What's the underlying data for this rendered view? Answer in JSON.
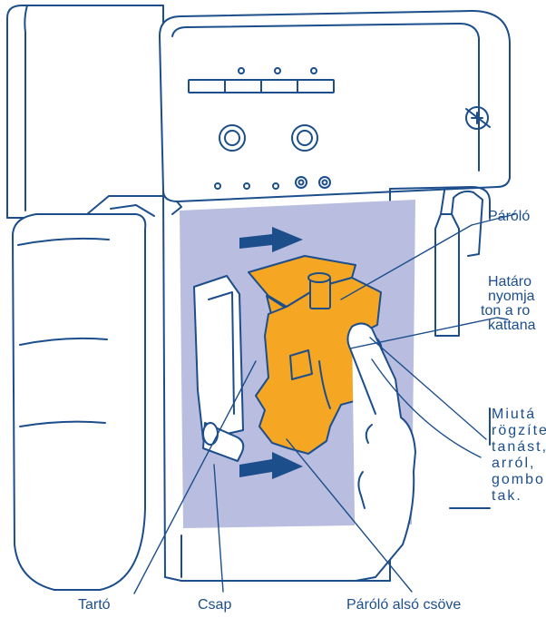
{
  "labels": {
    "parolo": "Páróló",
    "hataro": [
      "Határo",
      "nyomja",
      "ton a ro",
      "kattana"
    ],
    "miuta": [
      "Miutá",
      "rögzíte",
      "tanást,",
      "arról,",
      "gombo",
      "tak."
    ],
    "tarto": "Tartó",
    "csap": "Csap",
    "parolo_also": "Páróló alsó csöve"
  },
  "colors": {
    "line": "#1c4e8c",
    "panel": "#b9bddf",
    "module": "#f5a623",
    "arrow": "#1c4e8c"
  }
}
